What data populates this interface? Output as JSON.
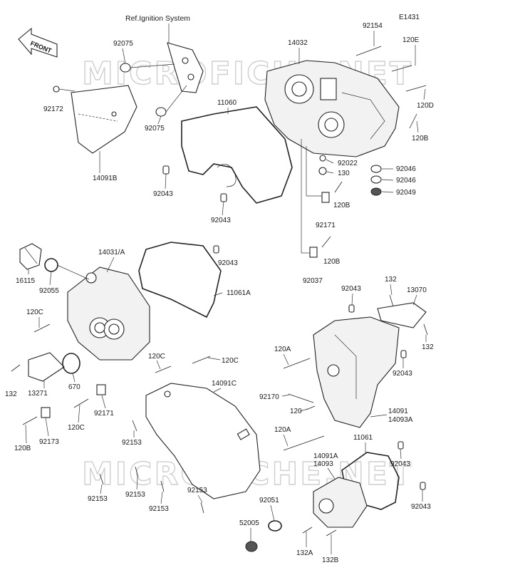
{
  "diagram": {
    "code": "E1431",
    "reference": "Ref.Ignition System",
    "front_label": "FRONT",
    "watermark": "MICROFICHE.NET",
    "labels": [
      {
        "id": "92075-a",
        "text": "92075"
      },
      {
        "id": "92172",
        "text": "92172"
      },
      {
        "id": "14091b",
        "text": "14091B"
      },
      {
        "id": "92075-b",
        "text": "92075"
      },
      {
        "id": "11060",
        "text": "11060"
      },
      {
        "id": "14032",
        "text": "14032"
      },
      {
        "id": "92154",
        "text": "92154"
      },
      {
        "id": "120e",
        "text": "120E"
      },
      {
        "id": "120d",
        "text": "120D"
      },
      {
        "id": "120b-a",
        "text": "120B"
      },
      {
        "id": "92043-a",
        "text": "92043"
      },
      {
        "id": "92043-b",
        "text": "92043"
      },
      {
        "id": "92022",
        "text": "92022"
      },
      {
        "id": "130",
        "text": "130"
      },
      {
        "id": "92046-a",
        "text": "92046"
      },
      {
        "id": "92046-b",
        "text": "92046"
      },
      {
        "id": "92049",
        "text": "92049"
      },
      {
        "id": "120b-b",
        "text": "120B"
      },
      {
        "id": "92171-a",
        "text": "92171"
      },
      {
        "id": "120b-c",
        "text": "120B"
      },
      {
        "id": "92037",
        "text": "92037"
      },
      {
        "id": "16115",
        "text": "16115"
      },
      {
        "id": "92055",
        "text": "92055"
      },
      {
        "id": "14031a",
        "text": "14031/A"
      },
      {
        "id": "92043-c",
        "text": "92043"
      },
      {
        "id": "11061a",
        "text": "11061A"
      },
      {
        "id": "120c-a",
        "text": "120C"
      },
      {
        "id": "132-a",
        "text": "132"
      },
      {
        "id": "13271",
        "text": "13271"
      },
      {
        "id": "670",
        "text": "670"
      },
      {
        "id": "120c-b",
        "text": "120C"
      },
      {
        "id": "120c-c",
        "text": "120C"
      },
      {
        "id": "92171-b",
        "text": "92171"
      },
      {
        "id": "120c-d",
        "text": "120C"
      },
      {
        "id": "120b-d",
        "text": "120B"
      },
      {
        "id": "92173",
        "text": "92173"
      },
      {
        "id": "92043-d",
        "text": "92043"
      },
      {
        "id": "132-b",
        "text": "132"
      },
      {
        "id": "13070",
        "text": "13070"
      },
      {
        "id": "132-c",
        "text": "132"
      },
      {
        "id": "120a-a",
        "text": "120A"
      },
      {
        "id": "92043-e",
        "text": "92043"
      },
      {
        "id": "14091c",
        "text": "14091C"
      },
      {
        "id": "92170",
        "text": "92170"
      },
      {
        "id": "120",
        "text": "120"
      },
      {
        "id": "14091",
        "text": "14091"
      },
      {
        "id": "14093a",
        "text": "14093A"
      },
      {
        "id": "92153-a",
        "text": "92153"
      },
      {
        "id": "120a-b",
        "text": "120A"
      },
      {
        "id": "11061",
        "text": "11061"
      },
      {
        "id": "14091a",
        "text": "14091A"
      },
      {
        "id": "14093",
        "text": "14093"
      },
      {
        "id": "92043-f",
        "text": "92043"
      },
      {
        "id": "92153-b",
        "text": "92153"
      },
      {
        "id": "92153-c",
        "text": "92153"
      },
      {
        "id": "92153-d",
        "text": "92153"
      },
      {
        "id": "92153-e",
        "text": "92153"
      },
      {
        "id": "92051",
        "text": "92051"
      },
      {
        "id": "92043-g",
        "text": "92043"
      },
      {
        "id": "52005",
        "text": "52005"
      },
      {
        "id": "132a",
        "text": "132A"
      },
      {
        "id": "132b",
        "text": "132B"
      }
    ]
  }
}
